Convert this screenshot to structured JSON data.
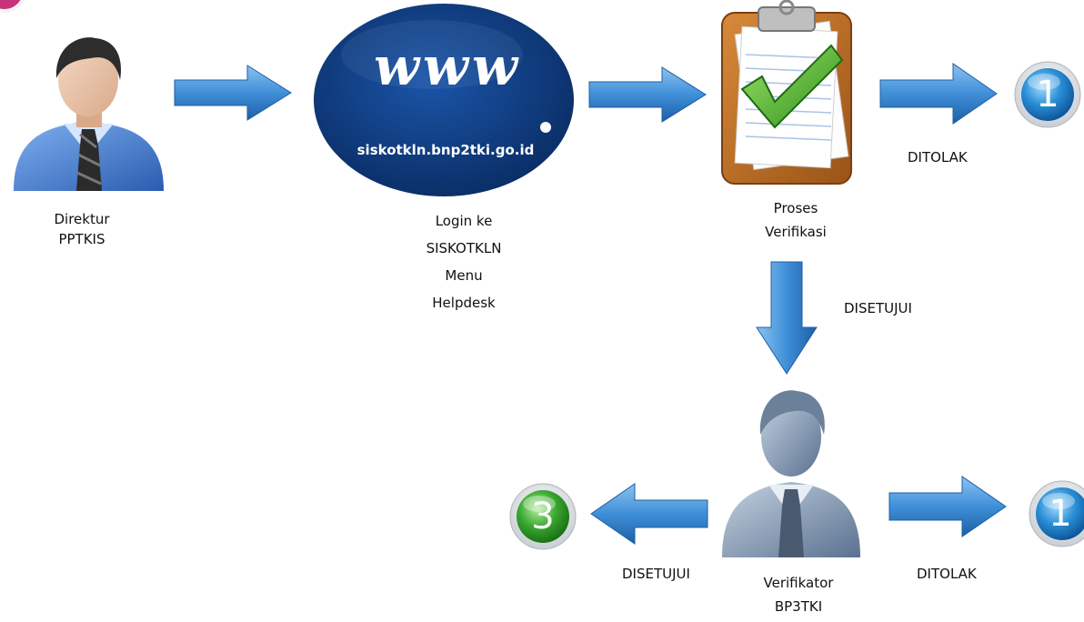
{
  "nodes": {
    "direktur": {
      "lines": [
        "Direktur",
        "PPTKIS"
      ],
      "icon": "person-icon"
    },
    "website": {
      "www_text": "www",
      "url": "siskotkln.bnp2tki.go.id",
      "lines": [
        "Login ke",
        "SISKOTKLN",
        "Menu",
        "Helpdesk"
      ],
      "icon": "globe-icon"
    },
    "verifikasi": {
      "lines": [
        "Proses",
        "Verifikasi"
      ],
      "icon": "clipboard-check-icon"
    },
    "verifikator": {
      "lines": [
        "Verifikator",
        "BP3TKI"
      ],
      "icon": "person-icon"
    }
  },
  "badges": {
    "rejected_top": {
      "number": "1",
      "color": "#2a8fd6"
    },
    "rejected_bottom": {
      "number": "1",
      "color": "#2a8fd6"
    },
    "approved_final": {
      "number": "3",
      "color": "#3aa832"
    }
  },
  "edge_labels": {
    "ditolak_top": "DITOLAK",
    "disetujui_down": "DISETUJUI",
    "disetujui_left": "DISETUJUI",
    "ditolak_bottom": "DITOLAK"
  },
  "colors": {
    "arrow": "#3f8fd8",
    "globe": "#0d3b80",
    "person_dark": "#2d2d2d",
    "shirt_blue": "#3a6fc8",
    "person_grey": "#7f95ad"
  }
}
